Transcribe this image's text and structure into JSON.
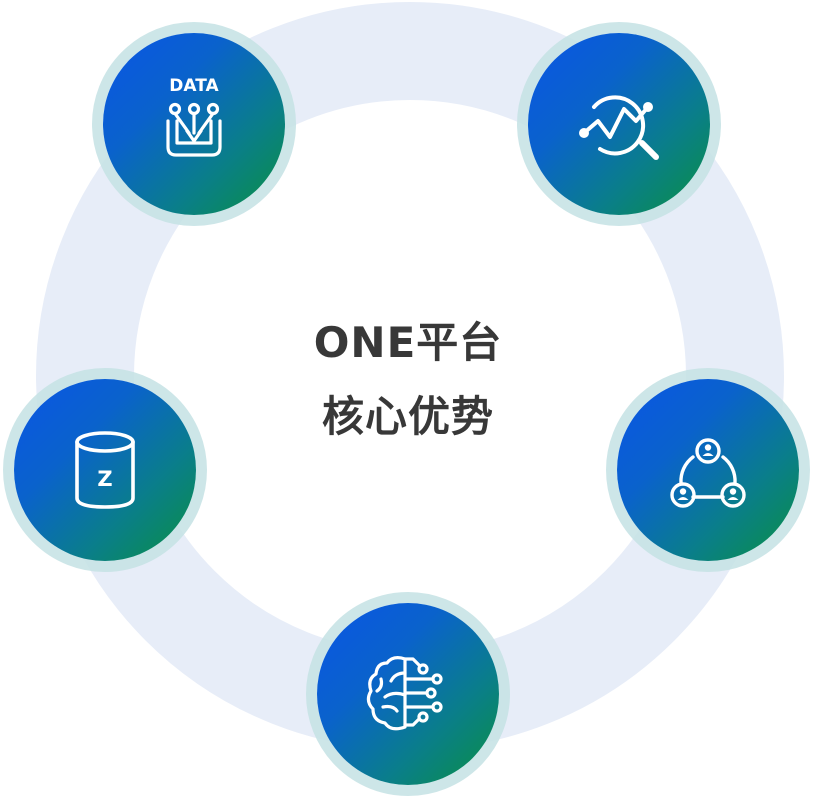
{
  "center": {
    "line1": "ONE平台",
    "line2": "核心优势"
  },
  "nodes": {
    "data_icon_text": "DATA",
    "database_icon_text": "Z"
  },
  "colors": {
    "ring": "#e7edf8",
    "gradient_start": "#0b55e6",
    "gradient_end": "#0a9140",
    "halo": "#c4e2e4",
    "text": "#383838",
    "icon": "#ffffff"
  },
  "icons": [
    "data-funnel-icon",
    "analytics-search-icon",
    "database-icon",
    "network-people-icon",
    "ai-brain-icon"
  ]
}
